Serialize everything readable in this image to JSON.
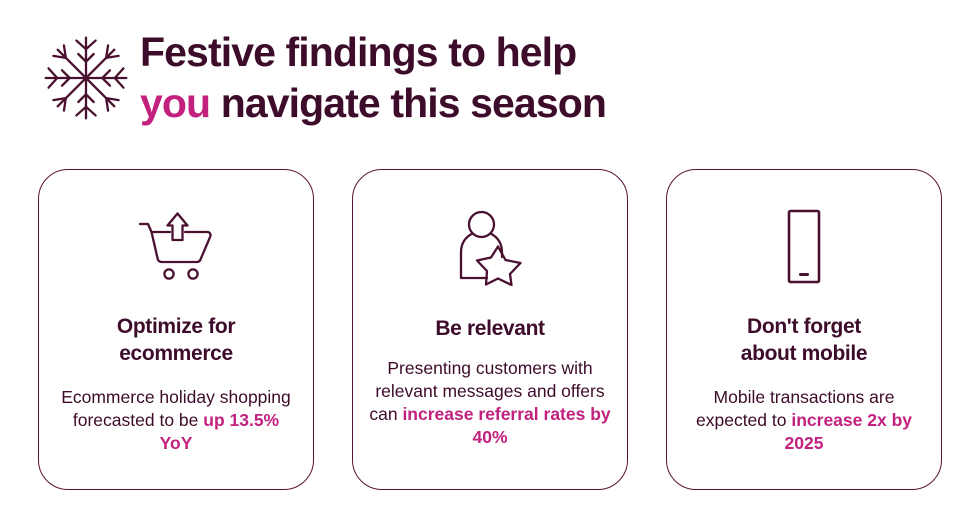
{
  "header": {
    "icon": "snowflake-icon",
    "title_line1": "Festive findings to help",
    "title_line2_accent": "you",
    "title_line2_rest": " navigate this season",
    "accent_color": "#C2217E",
    "text_color": "#3D0C2A"
  },
  "cards": [
    {
      "id": "optimize-for-ecommerce",
      "icon": "shopping-cart-up-arrow-icon",
      "title_line1": "Optimize for",
      "title_line2": "ecommerce",
      "body_prefix": "Ecommerce holiday shopping forecasted to be ",
      "body_emphasis": "up 13.5% YoY",
      "body_suffix": ""
    },
    {
      "id": "be-relevant",
      "icon": "person-with-star-icon",
      "title_line1": "Be relevant",
      "title_line2": "",
      "body_prefix": "Presenting customers with relevant messages and offers can ",
      "body_emphasis": "increase referral rates by 40%",
      "body_suffix": ""
    },
    {
      "id": "dont-forget-about-mobile",
      "icon": "mobile-phone-icon",
      "title_line1": "Don't forget",
      "title_line2": "about mobile",
      "body_prefix": "Mobile transactions are expected to ",
      "body_emphasis": "increase 2x by 2025",
      "body_suffix": ""
    }
  ],
  "colors": {
    "background": "#FFFFFF",
    "plum": "#3D0C2A",
    "card_border": "#5A1338",
    "magenta": "#C2217E"
  }
}
